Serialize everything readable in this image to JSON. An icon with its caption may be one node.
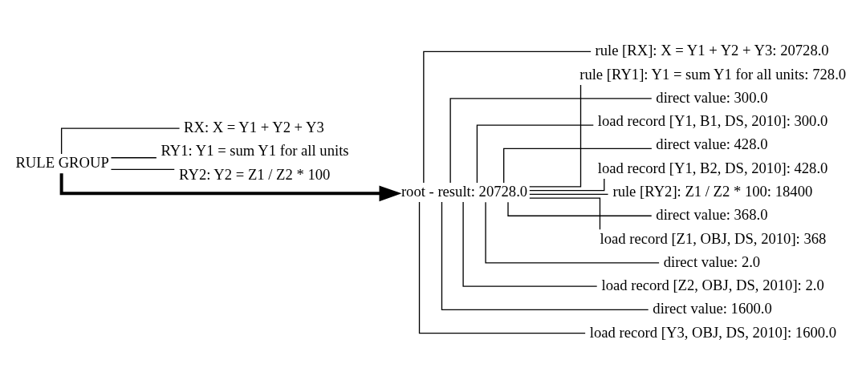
{
  "diagram": {
    "nodes": [
      {
        "text": [
          "RULE GROUP"
        ]
      },
      {
        "text": [
          "RX: X = Y1 + Y2 + Y3"
        ]
      },
      {
        "text": [
          "RY1: Y1 = sum Y1 for all units"
        ]
      },
      {
        "text": [
          "RY2: Y2 = Z1 / Z2 * 100"
        ]
      },
      {
        "text": [
          "root - result: 20728.0"
        ]
      },
      {
        "text": [
          "rule [RX]: X = Y1 + Y2 + Y3: 20728.0"
        ]
      },
      {
        "text": [
          "rule [RY1]: Y1 = sum Y1 for all units: 728.0"
        ]
      },
      {
        "text": [
          "direct value: 300.0"
        ]
      },
      {
        "text": [
          "load record [Y1, B1, DS, 2010]: 300.0"
        ]
      },
      {
        "text": [
          "direct value: 428.0"
        ]
      },
      {
        "text": [
          "load record [Y1, B2, DS, 2010]: 428.0"
        ]
      },
      {
        "text": [
          "rule [RY2]: Z1 / Z2 * 100: 18400"
        ]
      },
      {
        "text": [
          "direct value: 368.0"
        ]
      },
      {
        "text": [
          "load record [Z1, OBJ, DS, 2010]: 368"
        ]
      },
      {
        "text": [
          "direct value: 2.0"
        ]
      },
      {
        "text": [
          "load record [Z2, OBJ, DS, 2010]: 2.0"
        ]
      },
      {
        "text": [
          "direct value: 1600.0"
        ]
      },
      {
        "text": [
          "load record [Y3, OBJ, DS, 2010]: 1600.0"
        ]
      }
    ],
    "edges": [
      {
        "from": 0,
        "to": 1,
        "arrow": "none"
      },
      {
        "from": 0,
        "to": 2,
        "arrow": "none"
      },
      {
        "from": 0,
        "to": 3,
        "arrow": "none"
      },
      {
        "from": 0,
        "to": 4,
        "arrow": "to",
        "style": "thick"
      },
      {
        "from": 4,
        "to": 5,
        "arrow": "none"
      },
      {
        "from": 4,
        "to": 6,
        "arrow": "none"
      },
      {
        "from": 4,
        "to": 7,
        "arrow": "none"
      },
      {
        "from": 4,
        "to": 8,
        "arrow": "none"
      },
      {
        "from": 4,
        "to": 9,
        "arrow": "none"
      },
      {
        "from": 4,
        "to": 10,
        "arrow": "none"
      },
      {
        "from": 4,
        "to": 11,
        "arrow": "none"
      },
      {
        "from": 4,
        "to": 12,
        "arrow": "none"
      },
      {
        "from": 4,
        "to": 13,
        "arrow": "none"
      },
      {
        "from": 4,
        "to": 14,
        "arrow": "none"
      },
      {
        "from": 4,
        "to": 15,
        "arrow": "none"
      },
      {
        "from": 4,
        "to": 16,
        "arrow": "none"
      },
      {
        "from": 4,
        "to": 17,
        "arrow": "none"
      }
    ]
  }
}
